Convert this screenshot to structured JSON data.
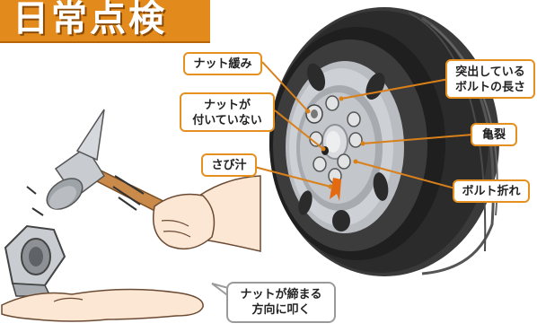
{
  "title": "日常点検",
  "callouts": {
    "loose_nut": "ナット緩み",
    "missing_nut_1": "ナットが",
    "missing_nut_2": "付いていない",
    "rust": "さび汁",
    "protruding_1": "突出している",
    "protruding_2": "ボルトの長さ",
    "crack": "亀裂",
    "broken_bolt": "ボルト折れ",
    "tap_1": "ナットが締まる",
    "tap_2": "方向に叩く"
  },
  "colors": {
    "title_bg": "#e38a1c",
    "callout_border": "#e6901f",
    "leader_line": "#d9801a"
  }
}
